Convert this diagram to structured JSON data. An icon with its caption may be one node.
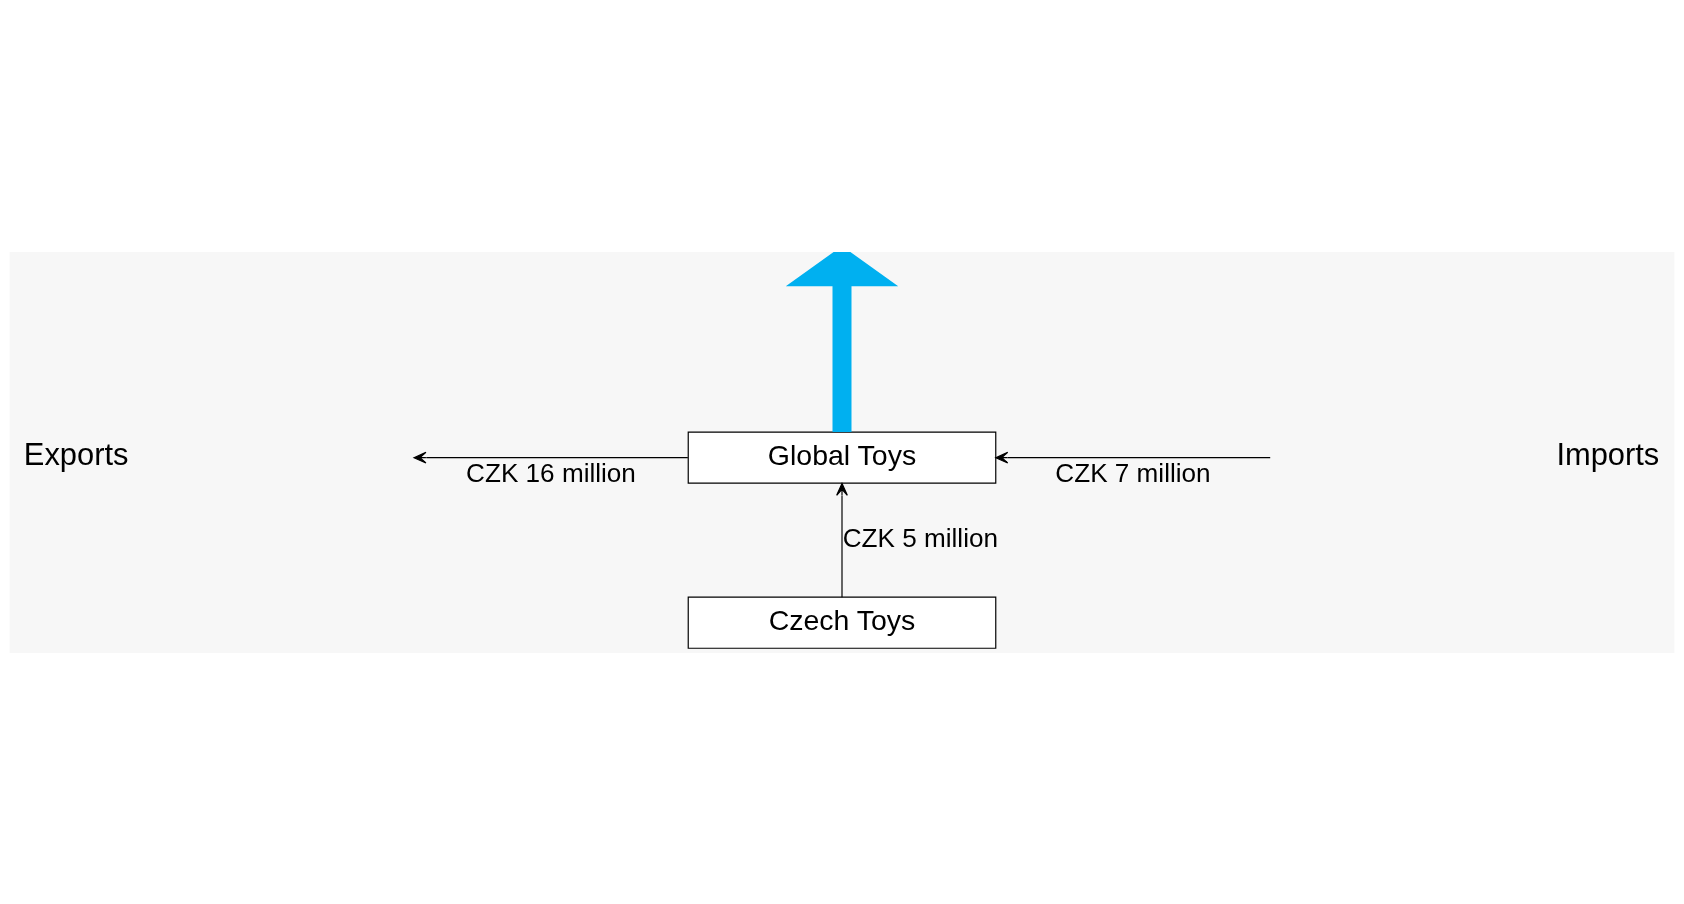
{
  "diagram": {
    "nodes": [
      {
        "text": [
          "Global Toys"
        ]
      },
      {
        "text": [
          "Czech Toys"
        ]
      }
    ],
    "edges": [
      {
        "from": null,
        "to": 0,
        "arrow": "to",
        "label": "CZK 7 million"
      },
      {
        "from": 0,
        "to": null,
        "arrow": "to",
        "label": "CZK 16 million"
      },
      {
        "from": 0,
        "to": null,
        "arrow": "to",
        "style": "thick",
        "color": "#00b0f0"
      },
      {
        "from": 1,
        "to": 0,
        "arrow": "to",
        "label": "CZK 5 million"
      }
    ],
    "labels": [
      "Exports",
      "Imports"
    ]
  }
}
